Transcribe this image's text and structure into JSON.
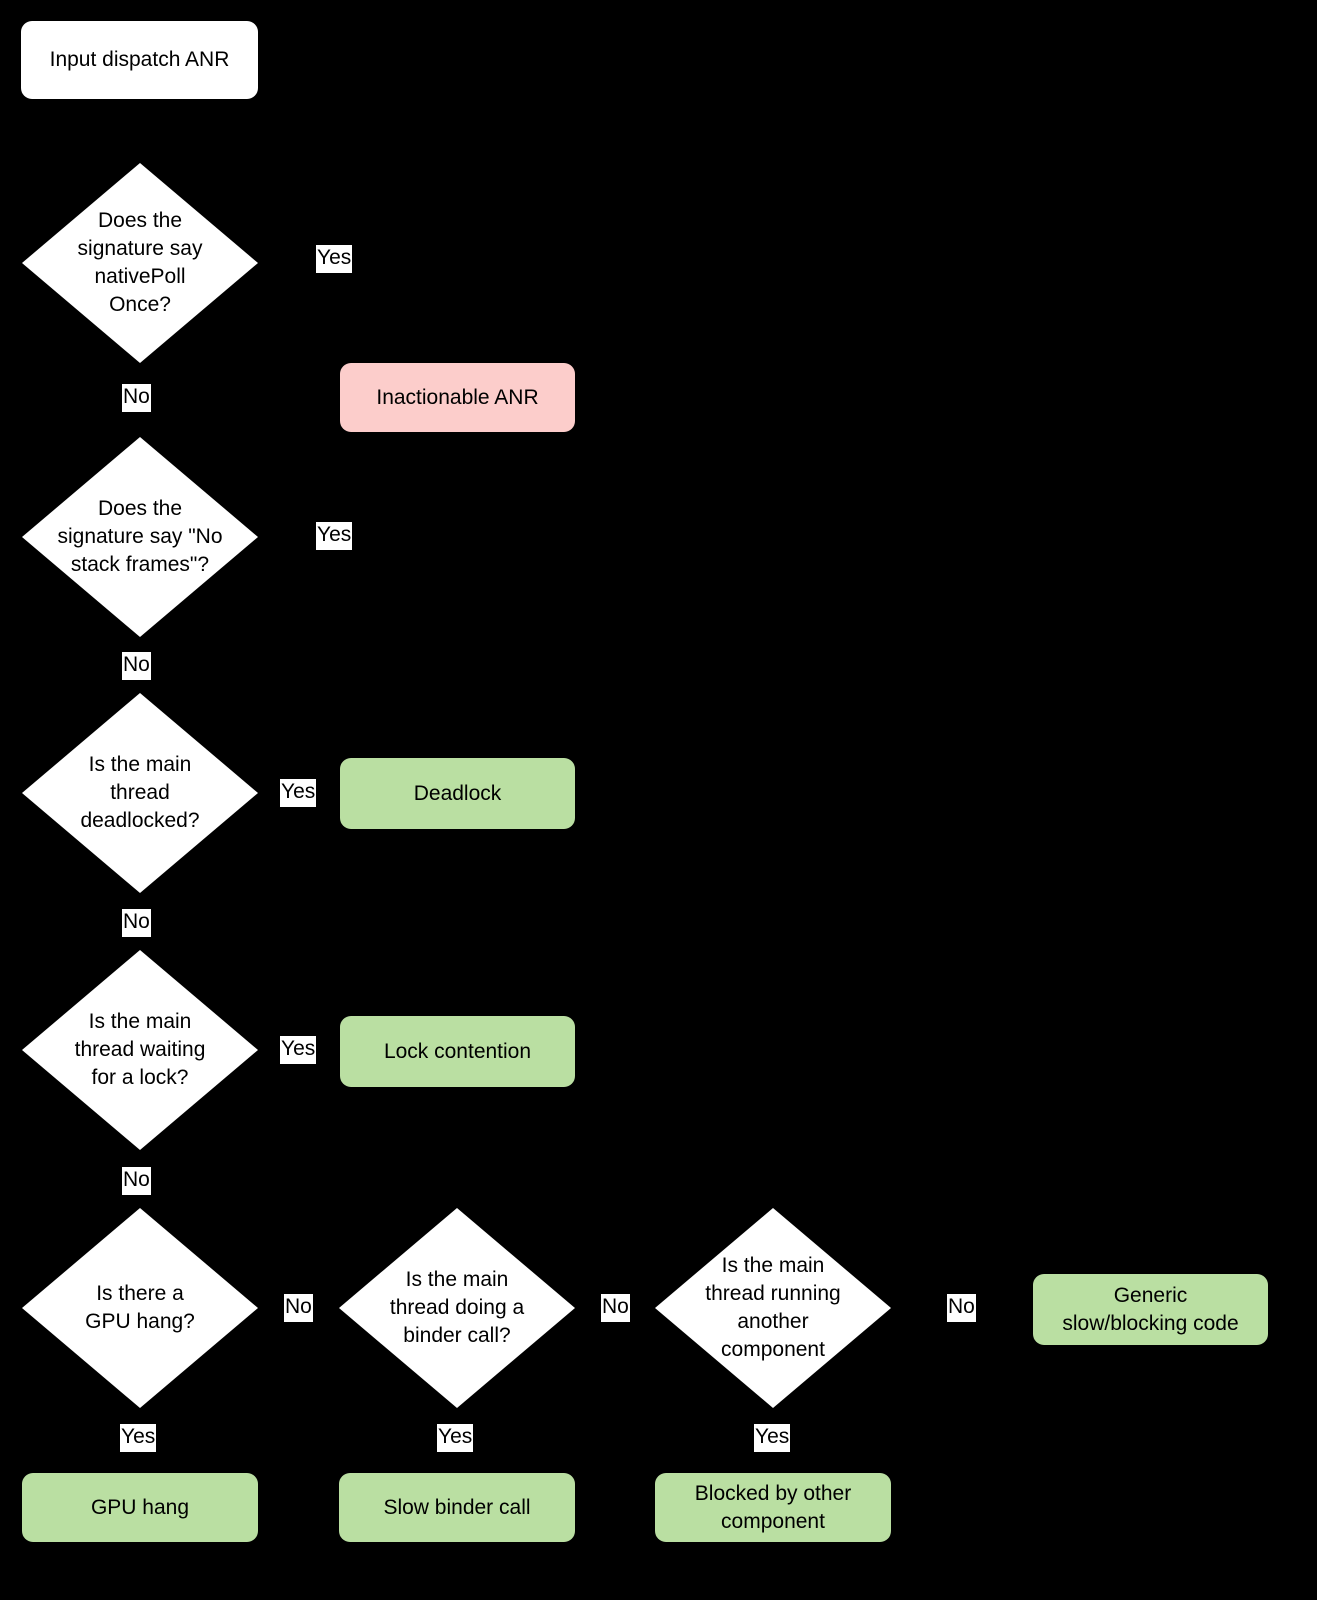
{
  "diagram": {
    "title": "Input dispatch ANR triage flowchart",
    "colors": {
      "background": "#000000",
      "start_fill": "#FFFFFF",
      "decision_fill": "#FFFFFF",
      "inactionable_fill": "#FCCDCB",
      "outcome_fill": "#BADFA2",
      "text": "#000000"
    },
    "nodes": {
      "start": {
        "label": "Input dispatch ANR",
        "type": "start"
      },
      "d1": {
        "label": "Does the\nsignature say\nnativePoll\nOnce?",
        "type": "decision"
      },
      "d2": {
        "label": "Does the\nsignature say \"No\nstack frames\"?",
        "type": "decision"
      },
      "d3": {
        "label": "Is the main\nthread\ndeadlocked?",
        "type": "decision"
      },
      "d4": {
        "label": "Is the main\nthread waiting\nfor a lock?",
        "type": "decision"
      },
      "d5": {
        "label": "Is there a\nGPU hang?",
        "type": "decision"
      },
      "d6": {
        "label": "Is the main\nthread doing a\nbinder call?",
        "type": "decision"
      },
      "d7": {
        "label": "Is the main\nthread running\nanother\ncomponent",
        "type": "decision"
      },
      "inactionable": {
        "label": "Inactionable ANR",
        "type": "outcome-pink"
      },
      "deadlock": {
        "label": "Deadlock",
        "type": "outcome-green"
      },
      "lock_contention": {
        "label": "Lock contention",
        "type": "outcome-green"
      },
      "generic_slow": {
        "label": "Generic\nslow/blocking code",
        "type": "outcome-green"
      },
      "gpu_hang": {
        "label": "GPU hang",
        "type": "outcome-green"
      },
      "slow_binder": {
        "label": "Slow binder call",
        "type": "outcome-green"
      },
      "blocked_other": {
        "label": "Blocked by other\ncomponent",
        "type": "outcome-green"
      }
    },
    "edge_labels": {
      "d1_yes": "Yes",
      "d1_no": "No",
      "d2_yes": "Yes",
      "d2_no": "No",
      "d3_yes": "Yes",
      "d3_no": "No",
      "d4_yes": "Yes",
      "d4_no": "No",
      "d5_no": "No",
      "d5_yes": "Yes",
      "d6_no": "No",
      "d6_yes": "Yes",
      "d7_no_left": "No",
      "d7_no_right": "No",
      "d7_yes": "Yes"
    }
  }
}
